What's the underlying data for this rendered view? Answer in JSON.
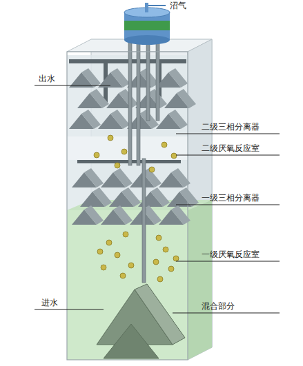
{
  "diagram": {
    "labels": [
      "沼气",
      "出水",
      "二级三相分离器",
      "二级厌氧反应室",
      "一级三相分离器",
      "一级厌氧反应室",
      "进水",
      "混合部分"
    ]
  }
}
